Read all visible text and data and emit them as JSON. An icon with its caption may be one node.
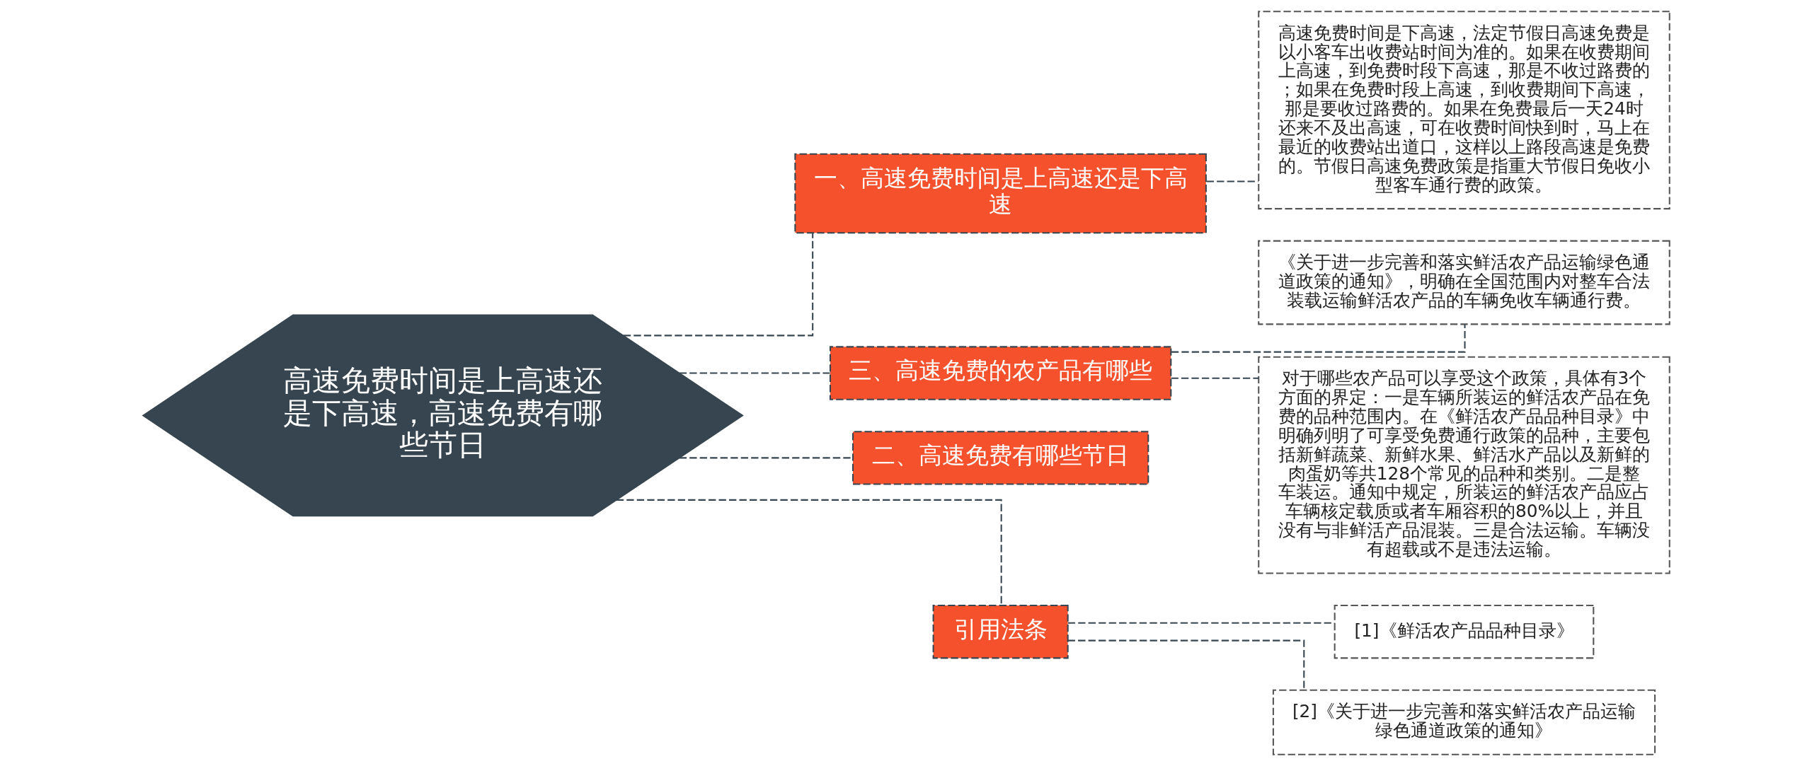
{
  "diagram": {
    "nodes": [
      {
        "text": [
          "高速免费时间是上高速还是下高速，高速免费有哪些节日"
        ]
      },
      {
        "text": [
          "一、高速免费时间是上高速还是下高速"
        ]
      },
      {
        "text": [
          "高速免费时间是下高速，法定节假日高速免费是以小客车出收费站时间为准的。如果在收费期间上高速，到免费时段下高速，那是不收过路费的；如果在免费时段上高速，到收费期间下高速，那是要收过路费的。如果在免费最后一天24时还来不及出高速，可在收费时间快到时，马上在最近的收费站出道口，这样以上路段高速是免费的。节假日高速免费政策是指重大节假日免收小型客车通行费的政策。"
        ]
      },
      {
        "text": [
          "三、高速免费的农产品有哪些"
        ]
      },
      {
        "text": [
          "《关于进一步完善和落实鲜活农产品运输绿色通道政策的通知》，明确在全国范围内对整车合法装载运输鲜活农产品的车辆免收车辆通行费。"
        ]
      },
      {
        "text": [
          "对于哪些农产品可以享受这个政策，具体有3个方面的界定：一是车辆所装运的鲜活农产品在免费的品种范围内。在《鲜活农产品品种目录》中明确列明了可享受免费通行政策的品种，主要包括新鲜蔬菜、新鲜水果、鲜活水产品以及新鲜的肉蛋奶等共128个常见的品种和类别。二是整车装运。通知中规定，所装运的鲜活农产品应占车辆核定载质或者车厢容积的80%以上，并且没有与非鲜活产品混装。三是合法运输。车辆没有超载或不是违法运输。"
        ]
      },
      {
        "text": [
          "二、高速免费有哪些节日"
        ]
      },
      {
        "text": [
          "引用法条"
        ]
      },
      {
        "text": [
          "[1]《鲜活农产品品种目录》"
        ]
      },
      {
        "text": [
          "[2]《关于进一步完善和落实鲜活农产品运输绿色通道政策的通知》"
        ]
      }
    ],
    "edges": [
      {
        "from": 0,
        "to": 1,
        "arrow": "none",
        "style": "dashed"
      },
      {
        "from": 1,
        "to": 2,
        "arrow": "none",
        "style": "dashed"
      },
      {
        "from": 0,
        "to": 3,
        "arrow": "none",
        "style": "dashed"
      },
      {
        "from": 3,
        "to": 4,
        "arrow": "none",
        "style": "dashed"
      },
      {
        "from": 3,
        "to": 5,
        "arrow": "none",
        "style": "dashed"
      },
      {
        "from": 0,
        "to": 6,
        "arrow": "none",
        "style": "dashed"
      },
      {
        "from": 0,
        "to": 7,
        "arrow": "none",
        "style": "dashed"
      },
      {
        "from": 7,
        "to": 8,
        "arrow": "none",
        "style": "dashed"
      },
      {
        "from": 7,
        "to": 9,
        "arrow": "none",
        "style": "dashed"
      }
    ]
  }
}
